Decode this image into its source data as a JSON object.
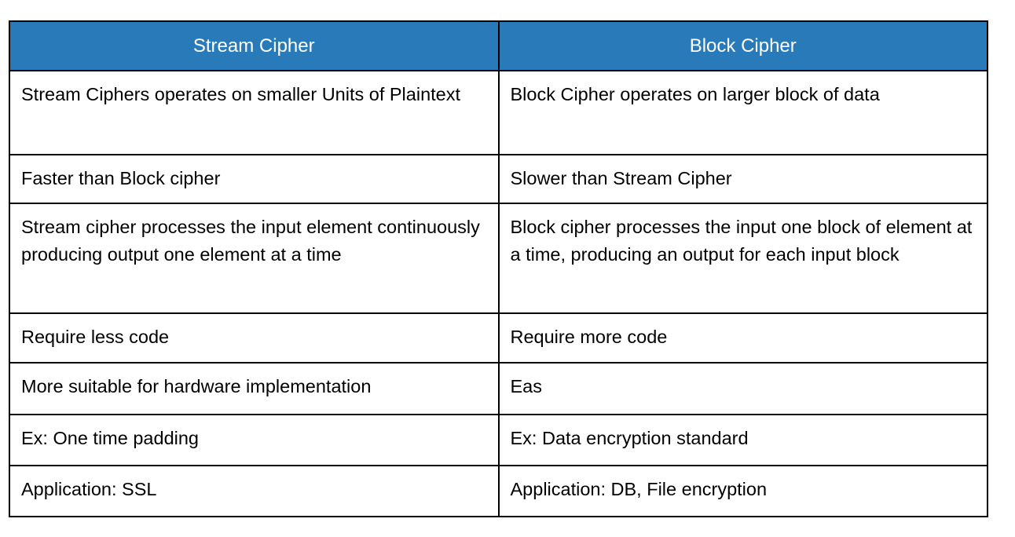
{
  "table": {
    "headers": [
      "Stream Cipher",
      "Block Cipher"
    ],
    "rows": [
      {
        "stream": "Stream Ciphers operates on smaller Units of Plaintext",
        "block": "Block Cipher operates on larger block of data"
      },
      {
        "stream": "Faster than Block cipher",
        "block": "Slower than Stream Cipher"
      },
      {
        "stream": "Stream cipher processes the input element continuously producing output one element at a time",
        "block": "Block cipher processes the input one block of element at a time, producing an output for each input block"
      },
      {
        "stream": "Require less code",
        "block": "Require more code"
      },
      {
        "stream": "More suitable for hardware implementation",
        "block": "Eas"
      },
      {
        "stream": "Ex: One time padding",
        "block": "Ex: Data encryption standard"
      },
      {
        "stream": "Application: SSL",
        "block": "Application: DB, File encryption"
      }
    ],
    "colors": {
      "header_background": "#287AB9",
      "header_text": "#FFFFFF",
      "body_text": "#000000",
      "border": "#000000",
      "page_background": "#FFFFFF"
    }
  }
}
